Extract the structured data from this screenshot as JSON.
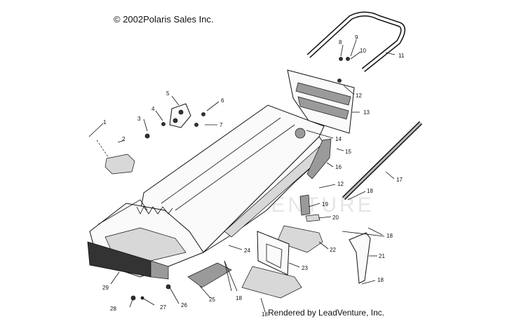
{
  "copyright": "© 2002Polaris Sales Inc.",
  "rendered_by": "Rendered by LeadVenture, Inc.",
  "watermark": "LEADVENTURE",
  "callouts": [
    "1",
    "2",
    "3",
    "4",
    "5",
    "6",
    "7",
    "8",
    "9",
    "10",
    "11",
    "12",
    "13",
    "14",
    "15",
    "16",
    "17",
    "18",
    "12",
    "19",
    "20",
    "18",
    "21",
    "22",
    "23",
    "24",
    "18",
    "25",
    "18",
    "26",
    "27",
    "28",
    "29",
    "18"
  ]
}
